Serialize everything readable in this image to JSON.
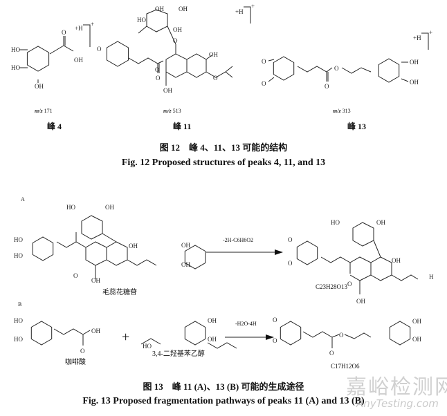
{
  "figure12": {
    "structures": [
      {
        "mz_prefix": "m/z",
        "mz_value": "171",
        "peak_label": "峰 4"
      },
      {
        "mz_prefix": "m/z",
        "mz_value": "513",
        "peak_label": "峰 11"
      },
      {
        "mz_prefix": "m/z",
        "mz_value": "313",
        "peak_label": "峰 13"
      }
    ],
    "charge_label": "+H",
    "charge_sign": "+",
    "caption_zh": "图 12　峰 4、11、13 可能的结构",
    "caption_en": "Fig. 12   Proposed structures of peaks 4, 11, and 13"
  },
  "figure13": {
    "panel_a": {
      "label": "A",
      "reactant_name": "毛蕊花糖苷",
      "arrow_label": "-2H-C6H6O2",
      "product_formula": "C23H28O13"
    },
    "panel_b": {
      "label": "B",
      "reactant1_name": "咖啡酸",
      "plus": "+",
      "reactant2_name": "3,4-二羟基苯乙醇",
      "arrow_label": "-H2O-4H",
      "product_formula": "C17H12O6"
    },
    "caption_zh": "图 13　峰 11 (A)、13 (B) 可能的生成途径",
    "caption_en": "Fig. 13   Proposed fragmentation pathways of peaks 11 (A) and 13 (B)"
  },
  "atoms": {
    "OH": "OH",
    "HO": "HO",
    "O": "O",
    "H": "H"
  },
  "watermark": {
    "text": "嘉峪检测网",
    "url": "AnyTesting.com"
  }
}
